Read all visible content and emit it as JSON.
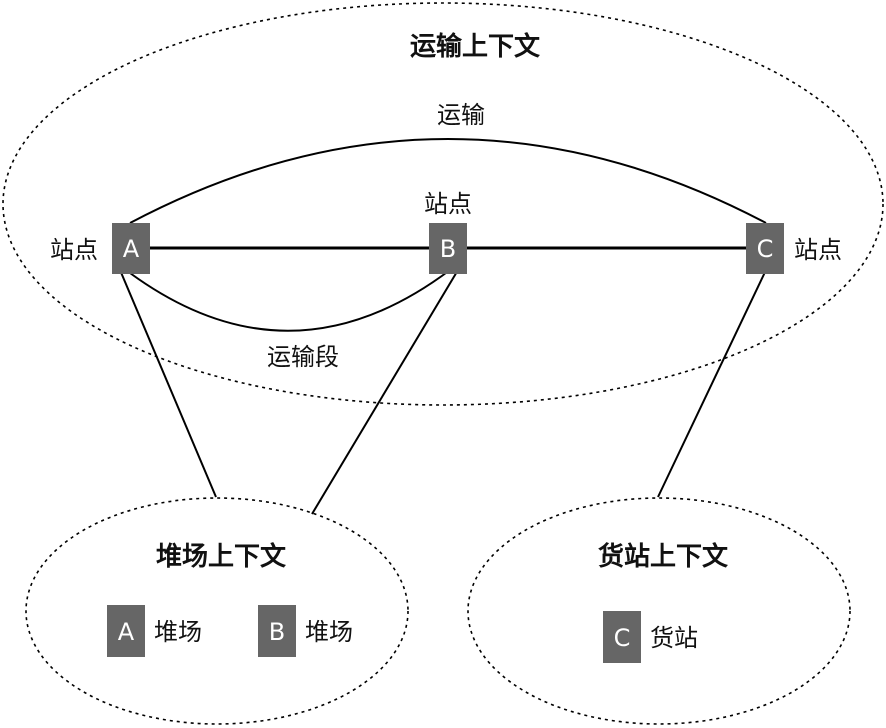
{
  "colors": {
    "node_fill": "#666666",
    "node_text": "#ffffff",
    "line": "#000000",
    "text": "#111111"
  },
  "transport": {
    "title": "运输上下文",
    "transport_label": "运输",
    "segment_label": "运输段",
    "station_label_a": "站点",
    "station_label_b": "站点",
    "station_label_c": "站点",
    "node_a": "A",
    "node_b": "B",
    "node_c": "C"
  },
  "yard": {
    "title": "堆场上下文",
    "node_a": "A",
    "label_a": "堆场",
    "node_b": "B",
    "label_b": "堆场"
  },
  "cargo": {
    "title": "货站上下文",
    "node_c": "C",
    "label_c": "货站"
  }
}
